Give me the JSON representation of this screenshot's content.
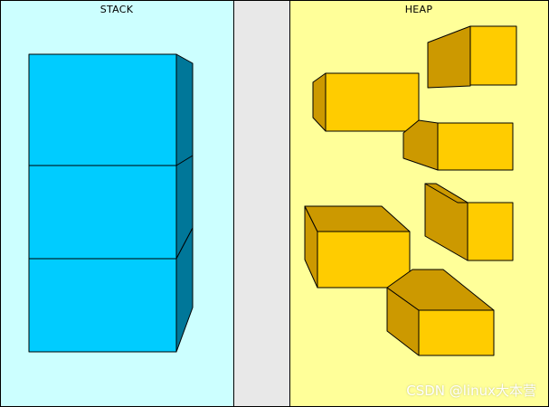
{
  "stack": {
    "title": "STACK"
  },
  "heap": {
    "title": "HEAP"
  },
  "watermark": "CSDN @linux大本营",
  "colors": {
    "stack_bg": "#ccffff",
    "gap_bg": "#e8e8e8",
    "heap_bg": "#ffff99",
    "stack_front": "#00ccff",
    "stack_side": "#007799",
    "heap_front": "#ffcc00",
    "heap_side": "#cc9900",
    "outline": "#000000"
  }
}
